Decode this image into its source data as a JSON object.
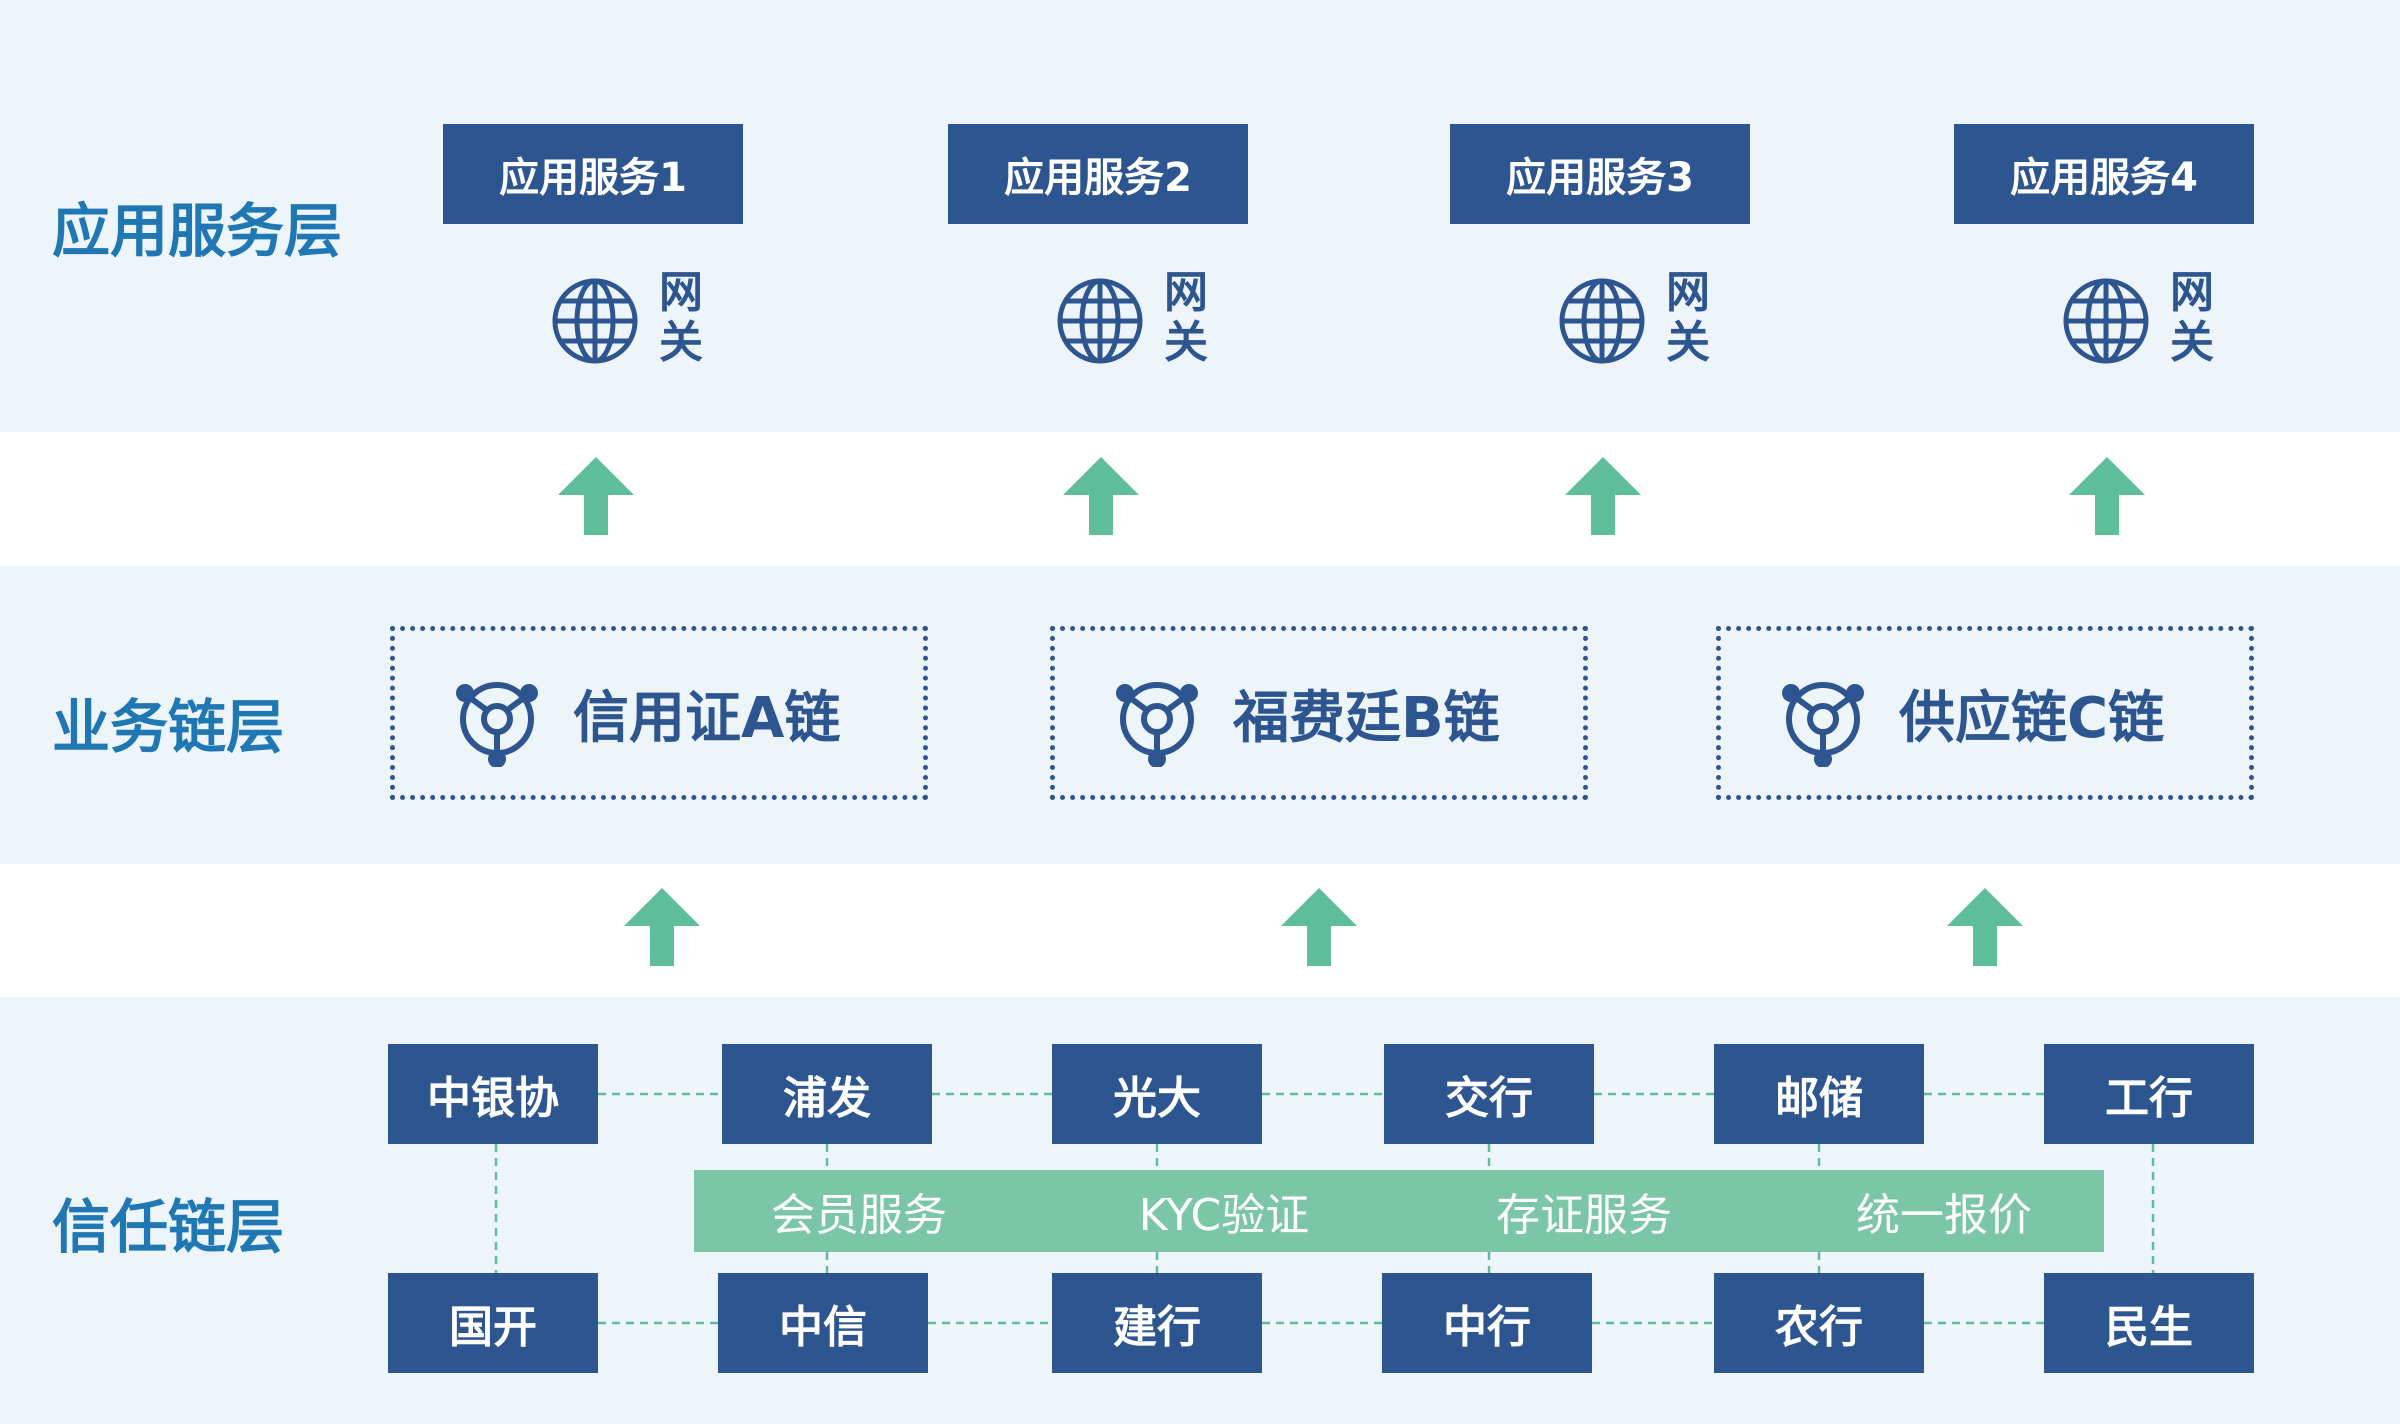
{
  "layers": {
    "application": "应用服务层",
    "business": "业务链层",
    "trust": "信任链层"
  },
  "services": [
    "应用服务1",
    "应用服务2",
    "应用服务3",
    "应用服务4"
  ],
  "gateway_label": "网关",
  "chains": [
    "信用证A链",
    "福费廷B链",
    "供应链C链"
  ],
  "banks_top": [
    "中银协",
    "浦发",
    "光大",
    "交行",
    "邮储",
    "工行"
  ],
  "banks_bottom": [
    "国开",
    "中信",
    "建行",
    "中行",
    "农行",
    "民生"
  ],
  "shared_services": [
    "会员服务",
    "KYC验证",
    "存证服务",
    "统一报价"
  ],
  "colors": {
    "band": "#eef5fa",
    "box": "#2d5590",
    "arrow": "#5fbe9a",
    "strip": "#7cc6a8",
    "label": "#1f78b4"
  }
}
